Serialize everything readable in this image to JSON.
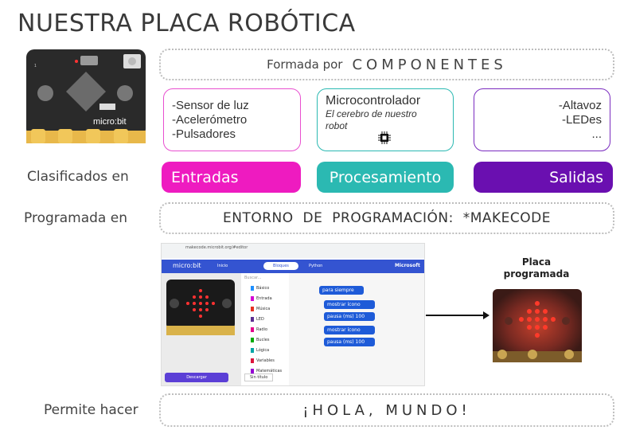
{
  "title": "NUESTRA PLACA ROBÓTICA",
  "board": {
    "label": "micro:bit"
  },
  "components_row": {
    "prefix": "Formada por",
    "word": "COMPONENTES"
  },
  "inputs_box": {
    "lines": [
      "-Sensor de luz",
      "-Acelerómetro",
      "-Pulsadores"
    ]
  },
  "processing_box": {
    "title": "Microcontrolador",
    "subtitle": "El cerebro de nuestro robot"
  },
  "outputs_box": {
    "lines": [
      "-Altavoz",
      "-LEDes",
      "..."
    ]
  },
  "classified": {
    "label": "Clasificados en",
    "inputs": "Entradas",
    "processing": "Procesamiento",
    "outputs": "Salidas"
  },
  "programmed": {
    "label": "Programada en",
    "text": "ENTORNO DE PROGRAMACIÓN: *MAKECODE"
  },
  "makecode": {
    "url": "makecode.microbit.org/#editor",
    "logo": "micro:bit",
    "tabs": [
      "Inicio",
      "Bloques",
      "Python"
    ],
    "brand": "Microsoft",
    "search_placeholder": "Buscar...",
    "categories": [
      "Básico",
      "Entrada",
      "Música",
      "LED",
      "Radio",
      "Bucles",
      "Lógica",
      "Variables",
      "Matemáticas"
    ],
    "blocks": [
      "para siempre",
      "mostrar ícono",
      "pausa (ms) 100",
      "mostrar ícono",
      "pausa (ms) 100"
    ],
    "download": "Descargar",
    "project_name": "Sin título"
  },
  "programmed_board": {
    "label": "Placa programada"
  },
  "permit": {
    "label": "Permite hacer",
    "text": "¡HOLA, MUNDO!"
  },
  "colors": {
    "magenta": "#ee1bc0",
    "teal": "#2bb9b2",
    "purple": "#6a0fb0",
    "navy": "#1a3a8a"
  }
}
